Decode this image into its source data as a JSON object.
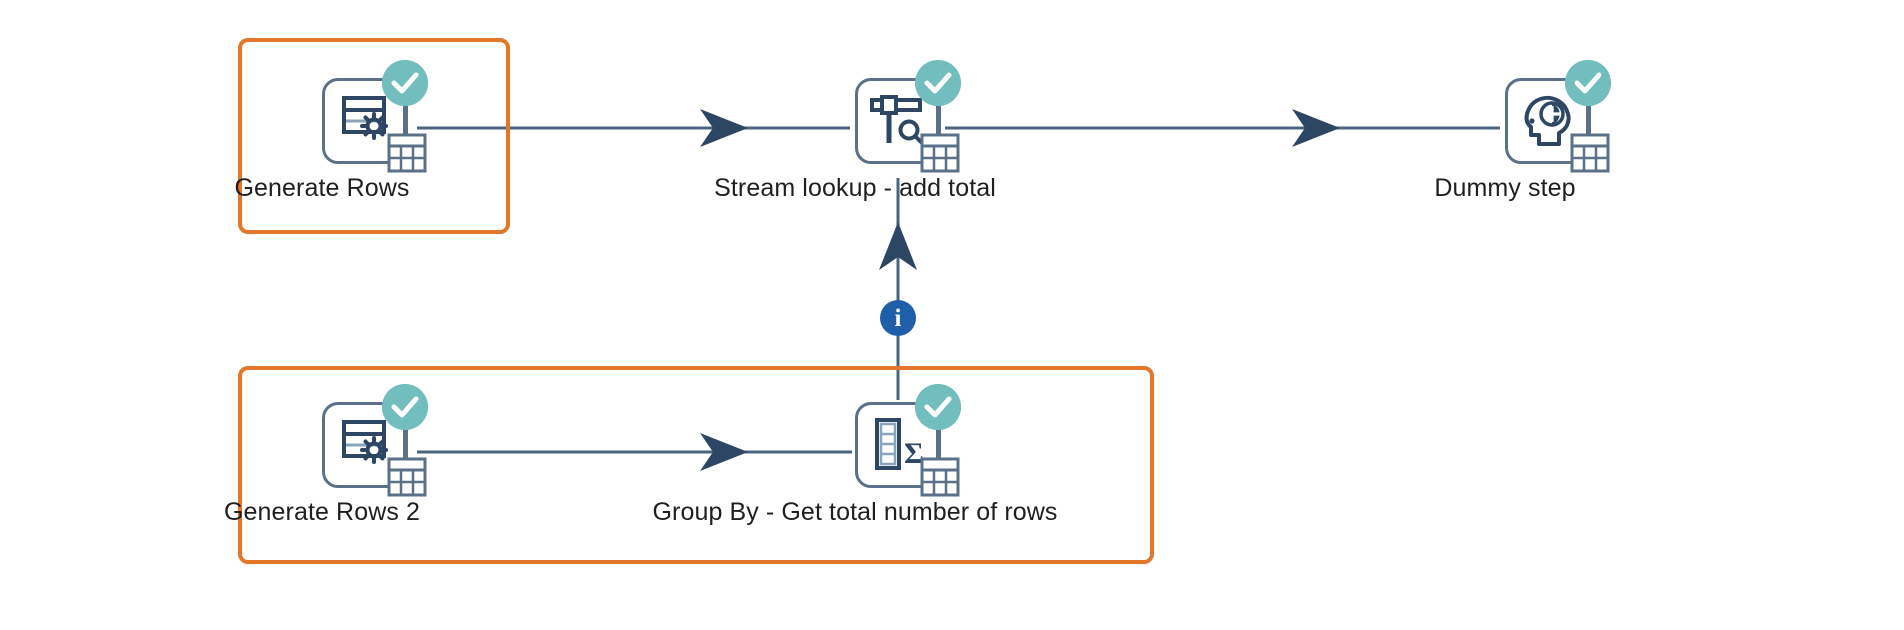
{
  "canvas": {
    "background": "#ffffff",
    "selection_color": "#e2762b",
    "hop_color": "#4a6480",
    "step_border_color": "#5a7189",
    "check_badge_color": "#72bdbd",
    "info_badge_color": "#1f5fa9",
    "label_color": "#1f1f1f"
  },
  "steps": [
    {
      "id": "generate-rows",
      "label": "Generate Rows",
      "icon": "generate-rows-icon",
      "status_icon": "check-circle-icon",
      "preview_icon": "data-grid-icon",
      "selected": true
    },
    {
      "id": "stream-lookup",
      "label": "Stream lookup - add total",
      "icon": "stream-lookup-icon",
      "status_icon": "check-circle-icon",
      "preview_icon": "data-grid-icon",
      "selected": false
    },
    {
      "id": "dummy-step",
      "label": "Dummy step",
      "icon": "dummy-head-icon",
      "status_icon": "check-circle-icon",
      "preview_icon": "data-grid-icon",
      "selected": false
    },
    {
      "id": "generate-rows-2",
      "label": "Generate Rows 2",
      "icon": "generate-rows-icon",
      "status_icon": "check-circle-icon",
      "preview_icon": "data-grid-icon",
      "selected": true
    },
    {
      "id": "group-by",
      "label": "Group By - Get total number of rows",
      "icon": "group-by-sigma-icon",
      "status_icon": "check-circle-icon",
      "preview_icon": "data-grid-icon",
      "selected": true
    }
  ],
  "hops": [
    {
      "id": "hop-generate-rows-to-stream-lookup",
      "from": "generate-rows",
      "to": "stream-lookup",
      "direction": "horizontal",
      "badge": null
    },
    {
      "id": "hop-stream-lookup-to-dummy-step",
      "from": "stream-lookup",
      "to": "dummy-step",
      "direction": "horizontal",
      "badge": null
    },
    {
      "id": "hop-generate-rows-2-to-group-by",
      "from": "generate-rows-2",
      "to": "group-by",
      "direction": "horizontal",
      "badge": null
    },
    {
      "id": "hop-group-by-to-stream-lookup",
      "from": "group-by",
      "to": "stream-lookup",
      "direction": "vertical",
      "badge": "info-icon",
      "badge_label": "i"
    }
  ],
  "selection_boxes": [
    {
      "id": "selection-box-top",
      "contains": [
        "generate-rows"
      ]
    },
    {
      "id": "selection-box-bottom",
      "contains": [
        "generate-rows-2",
        "group-by"
      ]
    }
  ]
}
